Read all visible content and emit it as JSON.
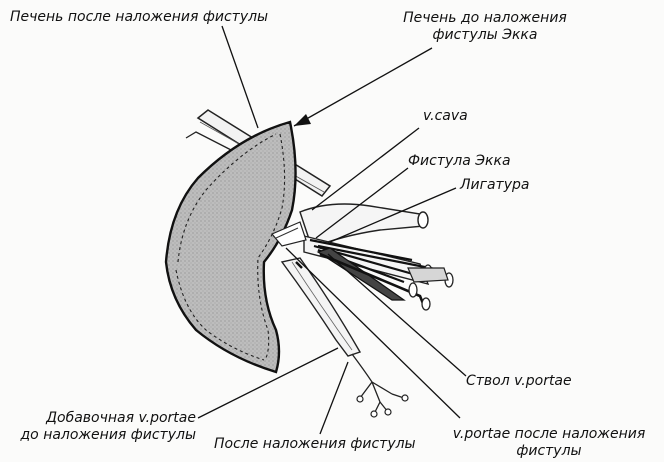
{
  "labels": {
    "liver_after": "Печень после наложения фистулы",
    "liver_before_1": "Печень до наложения",
    "liver_before_2": "фистулы Экка",
    "vcava": "v.cava",
    "fistula": "Фистула Экка",
    "ligature": "Лигатура",
    "trunk": "Ствол v.portae",
    "accessory_1": "Добавочная v.portae",
    "accessory_2": "до наложения фистулы",
    "after_fistula": "После наложения фистулы",
    "portae_after_1": "v.portae после наложения",
    "portae_after_2": "фистулы"
  }
}
